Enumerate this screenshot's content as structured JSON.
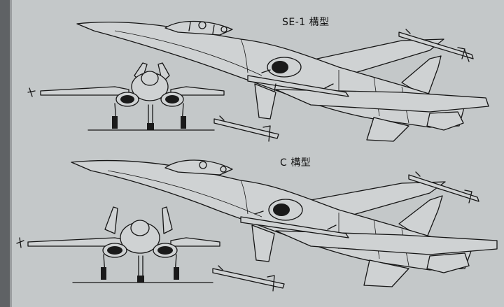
{
  "labels": {
    "variant_1": "SE-1 構型",
    "variant_2": "C 構型"
  },
  "colors": {
    "paper": "#c4c8c9",
    "ink": "#161616",
    "background": "#5f6265"
  },
  "drawings": [
    {
      "view": "side",
      "variant": "variant_1"
    },
    {
      "view": "front",
      "variant": "variant_1"
    },
    {
      "view": "side",
      "variant": "variant_2"
    },
    {
      "view": "front",
      "variant": "variant_2"
    }
  ]
}
